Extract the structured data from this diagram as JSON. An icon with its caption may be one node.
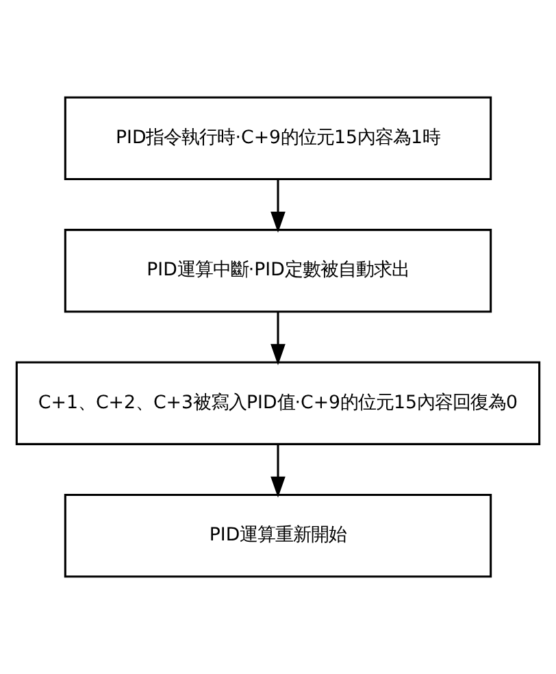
{
  "diagram": {
    "nodes": [
      {
        "text": [
          "PID指令執行時·C+9的位元15內容為1時"
        ]
      },
      {
        "text": [
          "PID運算中斷·PID定數被自動求出"
        ]
      },
      {
        "text": [
          "C+1、C+2、C+3被寫入PID值·C+9的位元15內容回復為0"
        ]
      },
      {
        "text": [
          "PID運算重新開始"
        ]
      }
    ],
    "edges": [
      {
        "from": 0,
        "to": 1,
        "arrow": "to"
      },
      {
        "from": 1,
        "to": 2,
        "arrow": "to"
      },
      {
        "from": 2,
        "to": 3,
        "arrow": "to"
      }
    ]
  }
}
